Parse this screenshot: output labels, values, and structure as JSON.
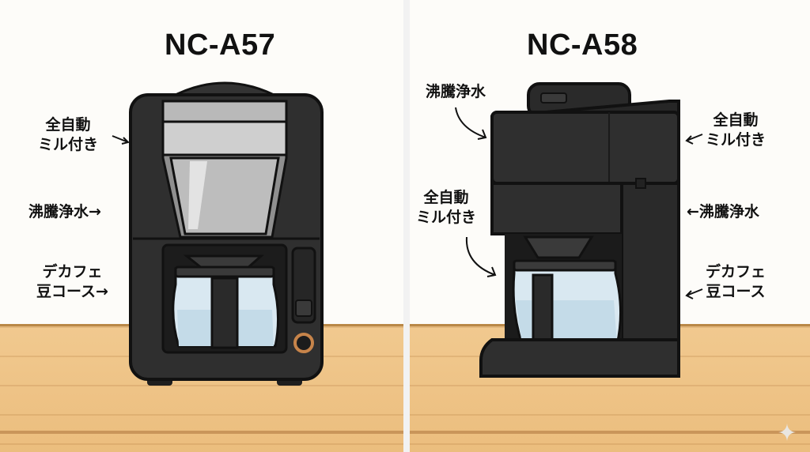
{
  "left": {
    "model": "NC-A57",
    "labels": {
      "mill_1": "全自動",
      "mill_2": "ミル付き",
      "boil": "沸騰浄水→",
      "decaf_1": "デカフェ",
      "decaf_2": "豆コース→"
    }
  },
  "right": {
    "model": "NC-A58",
    "labels": {
      "boil_top": "沸騰浄水",
      "mill_left_1": "全自動",
      "mill_left_2": "ミル付き",
      "mill_right_1": "全自動",
      "mill_right_2": "ミル付き",
      "boil_right": "←沸騰浄水",
      "decaf_1": "デカフェ",
      "decaf_2": "豆コース"
    }
  },
  "colors": {
    "body": "#2f2f2f",
    "body_dark": "#1f1f1f",
    "counter": "#efc487",
    "glass": "#d7e7f0",
    "accent_ring": "#c7844a"
  }
}
